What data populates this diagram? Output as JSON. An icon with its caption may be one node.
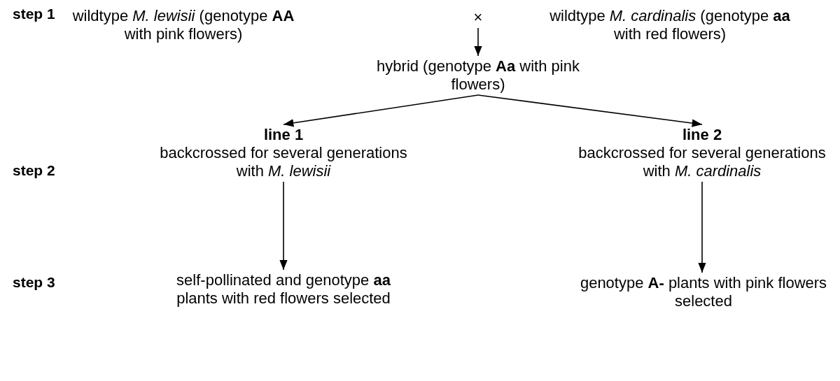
{
  "diagram": {
    "nodes": [
      {
        "text": [
          "wildtype *M. lewisii* (genotype **AA** with pink flowers)"
        ]
      },
      {
        "text": [
          "×"
        ]
      },
      {
        "text": [
          "wildtype *M. cardinalis* (genotype **aa** with red flowers)"
        ]
      },
      {
        "text": [
          "hybrid (genotype **Aa** with pink flowers)"
        ]
      },
      {
        "text": [
          "line 1",
          "backcrossed for several generations with *M. lewisii*"
        ]
      },
      {
        "text": [
          "line 2",
          "backcrossed for several generations with *M. cardinalis*"
        ]
      },
      {
        "text": [
          "self-pollinated and genotype **aa** plants with red flowers selected"
        ]
      },
      {
        "text": [
          "genotype **A-** plants with pink flowers selected"
        ]
      }
    ],
    "edges": [
      {
        "from": 1,
        "to": 3,
        "arrow": "to"
      },
      {
        "from": 3,
        "to": 4,
        "arrow": "to"
      },
      {
        "from": 3,
        "to": 5,
        "arrow": "to"
      },
      {
        "from": 4,
        "to": 6,
        "arrow": "to"
      },
      {
        "from": 5,
        "to": 7,
        "arrow": "to"
      }
    ],
    "labels": [
      "step 1",
      "step 2",
      "step 3"
    ]
  }
}
